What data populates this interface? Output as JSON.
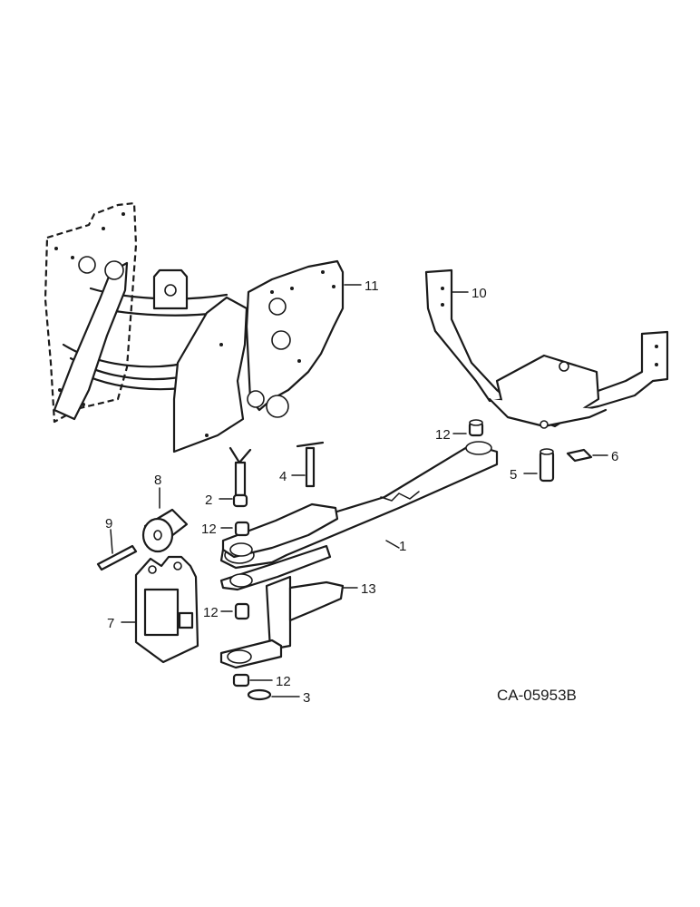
{
  "drawing_code": "CA-05953B",
  "callouts": [
    {
      "id": "callout-1",
      "text": "1"
    },
    {
      "id": "callout-2",
      "text": "2"
    },
    {
      "id": "callout-3",
      "text": "3"
    },
    {
      "id": "callout-4",
      "text": "4"
    },
    {
      "id": "callout-5",
      "text": "5"
    },
    {
      "id": "callout-6",
      "text": "6"
    },
    {
      "id": "callout-7",
      "text": "7"
    },
    {
      "id": "callout-8",
      "text": "8"
    },
    {
      "id": "callout-9",
      "text": "9"
    },
    {
      "id": "callout-10",
      "text": "10"
    },
    {
      "id": "callout-11",
      "text": "11"
    },
    {
      "id": "callout-12a",
      "text": "12"
    },
    {
      "id": "callout-12b",
      "text": "12"
    },
    {
      "id": "callout-12c",
      "text": "12"
    },
    {
      "id": "callout-12d",
      "text": "12"
    },
    {
      "id": "callout-13",
      "text": "13"
    }
  ]
}
